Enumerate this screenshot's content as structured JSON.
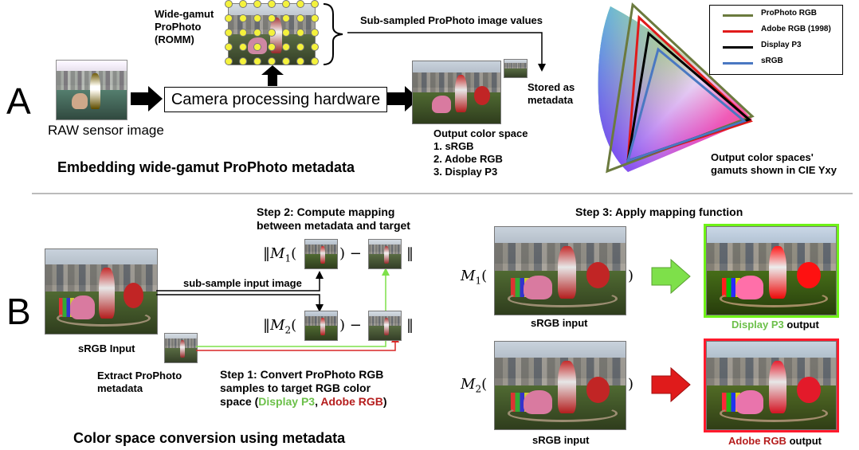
{
  "section_a": {
    "letter": "A",
    "raw_caption": "RAW sensor image",
    "prophoto_label": [
      "Wide-gamut",
      "ProPhoto",
      "(ROMM)"
    ],
    "subsampled_label": "Sub-sampled ProPhoto image values",
    "hardware_label": "Camera processing hardware",
    "stored_label": [
      "Stored as",
      "metadata"
    ],
    "output_title": "Output color space",
    "output_list": [
      "1. sRGB",
      "2. Adobe RGB",
      "3. Display P3"
    ],
    "heading": "Embedding wide-gamut ProPhoto metadata",
    "gamut_caption": [
      "Output color spaces'",
      "gamuts shown in CIE Yxy"
    ],
    "legend": [
      {
        "label": "ProPhoto RGB",
        "color": "#6b7a3e"
      },
      {
        "label": "Adobe RGB (1998)",
        "color": "#e01b1b"
      },
      {
        "label": "Display P3",
        "color": "#000000"
      },
      {
        "label": "sRGB",
        "color": "#4a78c2"
      }
    ]
  },
  "section_b": {
    "letter": "B",
    "srgb_input_caption": "sRGB Input",
    "extract_label": [
      "Extract ProPhoto",
      "metadata"
    ],
    "subsample_label": "sub-sample input image",
    "step1": [
      "Step 1: Convert ProPhoto RGB",
      "samples to target RGB color",
      "space  ("
    ],
    "step1_p3": "Display P3",
    "step1_sep": ", ",
    "step1_argb": "Adobe RGB",
    "step1_end": ")",
    "step2": [
      "Step 2: Compute mapping",
      "between metadata and target"
    ],
    "step3": "Step 3: Apply mapping function",
    "m1": "M",
    "m1_sub": "1",
    "m2": "M",
    "m2_sub": "2",
    "norm_open": "‖",
    "paren_open": "(",
    "paren_close": ")",
    "minus": "−",
    "srgb_input_small": "sRGB input",
    "p3_output_word": "Display P3",
    "argb_output_word": "Adobe RGB",
    "output_word": " output",
    "heading": "Color space conversion using metadata"
  },
  "colors": {
    "green": "#6cc04a",
    "red": "#b51d1d",
    "arrow_green": "#7ee04a",
    "arrow_red": "#e01b1b"
  }
}
